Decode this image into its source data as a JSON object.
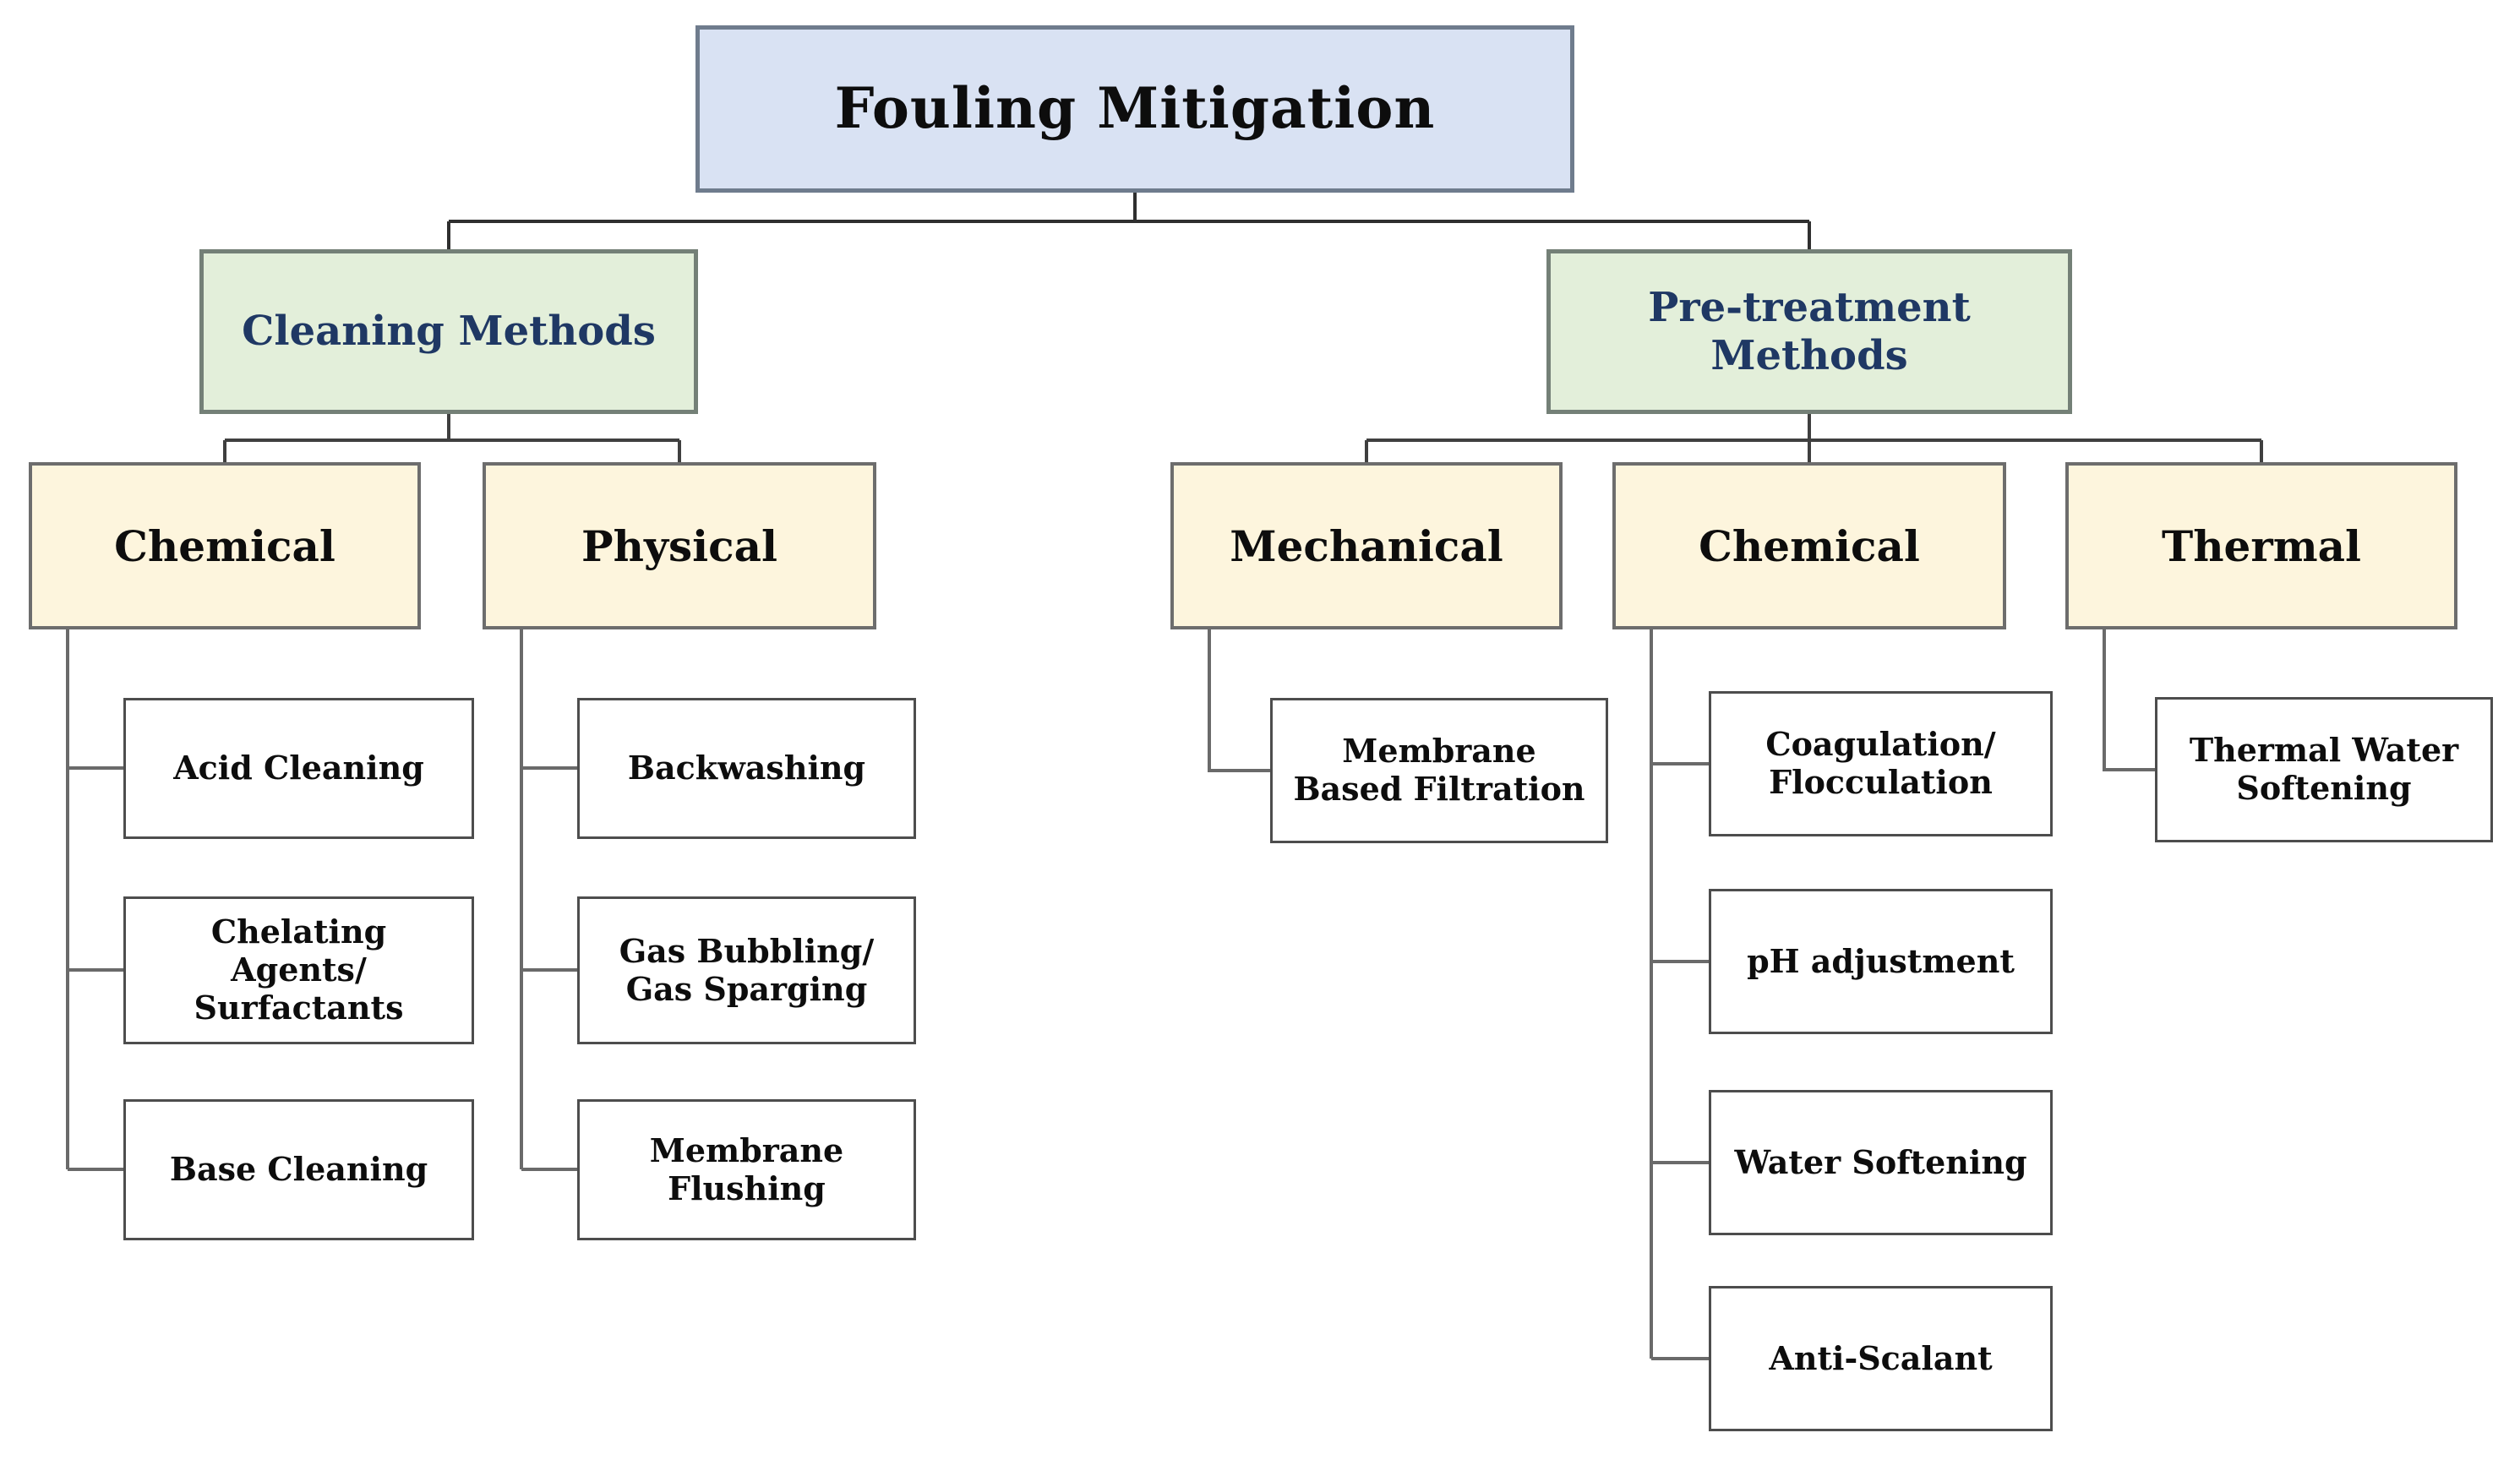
{
  "diagram": {
    "title": "Fouling Mitigation",
    "type": "hierarchy-flowchart",
    "colors": {
      "root_fill": "#d9e2f3",
      "branch_fill": "#e3efda",
      "category_fill": "#fdf5dd",
      "leaf_fill": "#ffffff",
      "branch_text": "#1f3864",
      "node_text": "#0d0d0d",
      "colored_box_border": "#6f7c8d",
      "leaf_box_border": "#4d4d4d",
      "connector_line": "#3f3f3f"
    },
    "nodes": {
      "root": {
        "label": "Fouling Mitigation"
      },
      "cleaning": {
        "label": "Cleaning Methods"
      },
      "pretreatment": {
        "label": "Pre-treatment\nMethods"
      },
      "cleaning_chemical": {
        "label": "Chemical"
      },
      "cleaning_physical": {
        "label": "Physical"
      },
      "pre_mechanical": {
        "label": "Mechanical"
      },
      "pre_chemical": {
        "label": "Chemical"
      },
      "pre_thermal": {
        "label": "Thermal"
      },
      "acid_cleaning": {
        "label": "Acid Cleaning"
      },
      "chelating_agents": {
        "label": "Chelating\nAgents/\nSurfactants"
      },
      "base_cleaning": {
        "label": "Base Cleaning"
      },
      "backwashing": {
        "label": "Backwashing"
      },
      "gas_bubbling": {
        "label": "Gas Bubbling/\nGas Sparging"
      },
      "membrane_flushing": {
        "label": "Membrane\nFlushing"
      },
      "membrane_filtration": {
        "label": "Membrane\nBased Filtration"
      },
      "coagulation": {
        "label": "Coagulation/\nFlocculation"
      },
      "ph_adjustment": {
        "label": "pH adjustment"
      },
      "water_softening": {
        "label": "Water Softening"
      },
      "anti_scalant": {
        "label": "Anti-Scalant"
      },
      "thermal_water_softening": {
        "label": "Thermal Water\nSoftening"
      }
    },
    "hierarchy": {
      "Fouling Mitigation": {
        "Cleaning Methods": {
          "Chemical": [
            "Acid Cleaning",
            "Chelating Agents/ Surfactants",
            "Base Cleaning"
          ],
          "Physical": [
            "Backwashing",
            "Gas Bubbling/ Gas Sparging",
            "Membrane Flushing"
          ]
        },
        "Pre-treatment Methods": {
          "Mechanical": [
            "Membrane Based Filtration"
          ],
          "Chemical": [
            "Coagulation/ Flocculation",
            "pH adjustment",
            "Water Softening",
            "Anti-Scalant"
          ],
          "Thermal": [
            "Thermal Water Softening"
          ]
        }
      }
    }
  }
}
